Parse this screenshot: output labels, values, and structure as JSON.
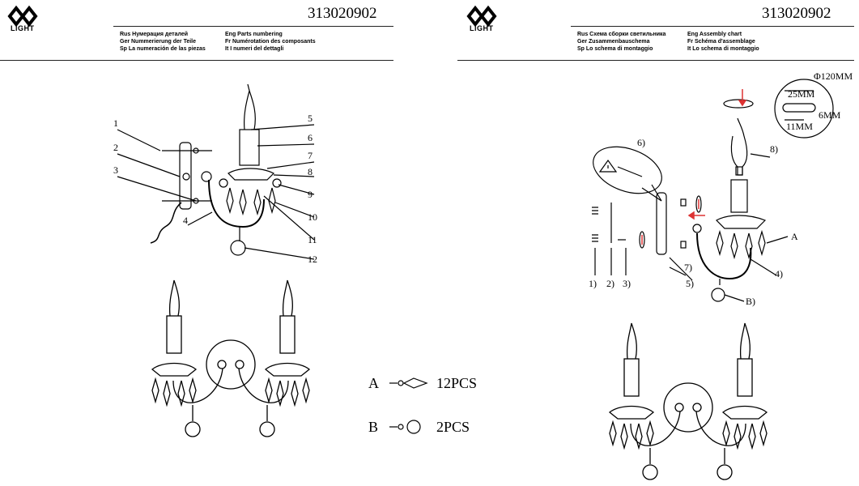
{
  "brand": {
    "name": "LIGHT"
  },
  "model_number": "313020902",
  "left_page": {
    "header": {
      "rus": "Rus  Нумерация деталей",
      "ger": "Ger  Nummerierung der Teile",
      "sp": "Sp  La numeración de las piezas",
      "eng": "Eng  Parts numbering",
      "fr": "Fr  Numérotation des composants",
      "it": "It  I numeri del dettagli"
    },
    "callouts": [
      "1",
      "2",
      "3",
      "4",
      "5",
      "6",
      "7",
      "8",
      "9",
      "10",
      "11",
      "12"
    ],
    "legend": [
      {
        "letter": "A",
        "qty": "12PCS",
        "icon": "crystal-drop-icon"
      },
      {
        "letter": "B",
        "qty": "2PCS",
        "icon": "crystal-ball-icon"
      }
    ]
  },
  "right_page": {
    "header": {
      "rus": "Rus  Схема сборки светильника",
      "ger": "Ger  Zusammenbauschema",
      "sp": "Sp  Lo schema di montaggio",
      "eng": "Eng  Assembly chart",
      "fr": "Fr  Schéma d'assemblage",
      "it": "It  Lo schema di montaggio"
    },
    "steps": {
      "s1": "1)",
      "s2": "2)",
      "s3": "3)",
      "s4": "4)",
      "s5": "5)",
      "s6": "6)",
      "s7": "7)",
      "s8": "8)",
      "sA": "A",
      "sB": "B)"
    },
    "dimensions": {
      "d1": "25MM",
      "d2": "11MM",
      "d3": "6MM",
      "d4": "Φ120MM"
    }
  }
}
